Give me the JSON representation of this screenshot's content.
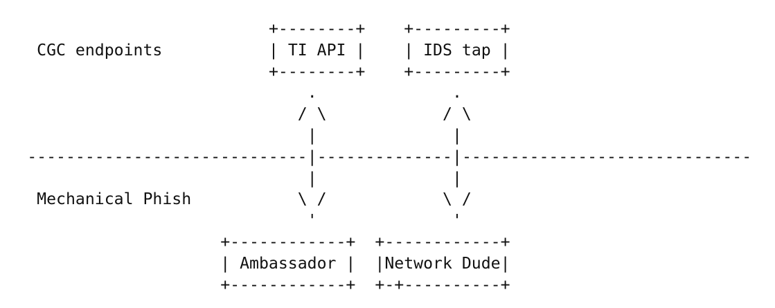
{
  "zones": {
    "top_label": "CGC endpoints",
    "bottom_label": "Mechanical Phish"
  },
  "boxes": {
    "ti_api": {
      "top": "+--------+",
      "label_line": "| TI API |",
      "bottom": "+--------+",
      "name": "TI API"
    },
    "ids_tap": {
      "top": "+---------+",
      "label_line": "| IDS tap |",
      "bottom": "+---------+",
      "name": "IDS tap"
    },
    "ambassador": {
      "top": "+------------+",
      "label_line": "| Ambassador |",
      "bottom": "+------------+",
      "name": "Ambassador"
    },
    "network_dude": {
      "top": "+------------+",
      "label_line": "|Network Dude|",
      "bottom": "+-+----------+",
      "name": "Network Dude"
    }
  },
  "arrows": {
    "up_tip": ".",
    "up_head": "/ \\",
    "shaft": "|",
    "down_head": "\\ /",
    "down_tip": "'"
  },
  "separator": {
    "left": "-----------------------------",
    "middle": "--------------",
    "right": "------------------------------",
    "crossing": "|"
  }
}
